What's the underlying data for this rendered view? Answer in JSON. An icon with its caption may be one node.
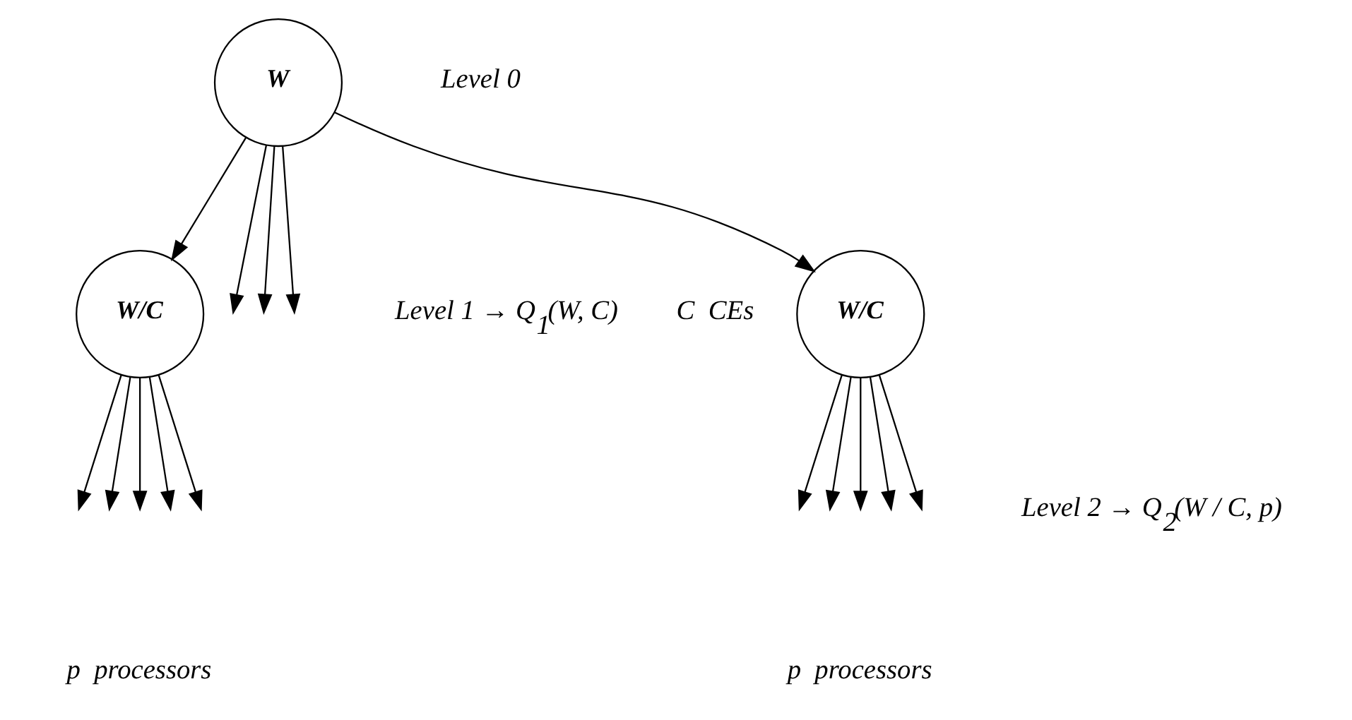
{
  "diagram": {
    "nodes": [
      {
        "text": [
          "W"
        ]
      },
      {
        "text": [
          "W/C"
        ]
      },
      {
        "text": [
          "W/C"
        ]
      }
    ],
    "edges": [
      {
        "from": 0,
        "to": 1,
        "arrow": "to"
      },
      {
        "from": 0,
        "to": null,
        "arrow": "to"
      },
      {
        "from": 0,
        "to": null,
        "arrow": "to"
      },
      {
        "from": 0,
        "to": null,
        "arrow": "to"
      },
      {
        "from": 0,
        "to": 2,
        "arrow": "to"
      },
      {
        "from": 1,
        "to": null,
        "arrow": "to"
      },
      {
        "from": 1,
        "to": null,
        "arrow": "to"
      },
      {
        "from": 1,
        "to": null,
        "arrow": "to"
      },
      {
        "from": 1,
        "to": null,
        "arrow": "to"
      },
      {
        "from": 1,
        "to": null,
        "arrow": "to"
      },
      {
        "from": 2,
        "to": null,
        "arrow": "to"
      },
      {
        "from": 2,
        "to": null,
        "arrow": "to"
      },
      {
        "from": 2,
        "to": null,
        "arrow": "to"
      },
      {
        "from": 2,
        "to": null,
        "arrow": "to"
      },
      {
        "from": 2,
        "to": null,
        "arrow": "to"
      }
    ],
    "labels": [
      "Level 0",
      "C  CEs",
      "Level 1 → Q$_{1}$(W, C)",
      "p  processors",
      "p  processors",
      "Level 2 → Q$_{2}$(W / C, p)"
    ]
  }
}
